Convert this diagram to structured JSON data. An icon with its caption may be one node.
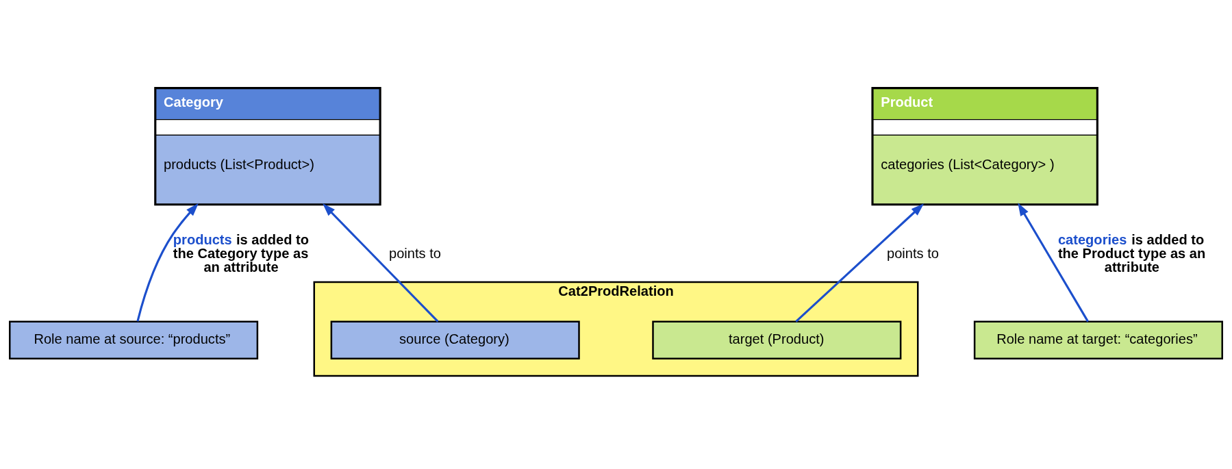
{
  "diagram": {
    "nodes": [
      {
        "text": [
          "Category",
          "products (List<Product>)"
        ]
      },
      {
        "text": [
          "Product",
          "categories (List<Category> )"
        ]
      },
      {
        "text": [
          "Cat2ProdRelation"
        ]
      },
      {
        "text": [
          "source (Category)"
        ],
        "in": 2
      },
      {
        "text": [
          "target (Product)"
        ],
        "in": 2
      },
      {
        "text": [
          "Role name at source: “products”"
        ]
      },
      {
        "text": [
          "Role name at target: “categories”"
        ]
      }
    ],
    "edges": [
      {
        "from": 3,
        "to": 0,
        "arrow": "to",
        "label": "points to"
      },
      {
        "from": 4,
        "to": 1,
        "arrow": "to",
        "label": "points to"
      },
      {
        "from": 5,
        "to": 0,
        "arrow": "to",
        "label": "products is added to the Category type as an attribute"
      },
      {
        "from": 6,
        "to": 1,
        "arrow": "to",
        "label": "categories is added to the Product type as an attribute"
      }
    ]
  }
}
